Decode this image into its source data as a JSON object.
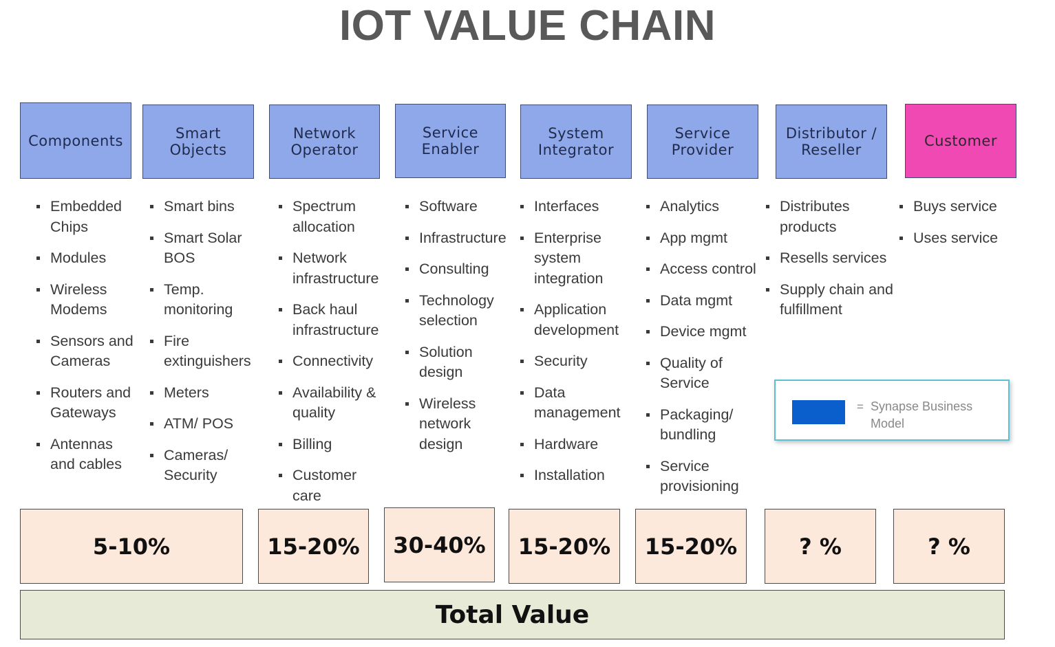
{
  "title": "IOT VALUE CHAIN",
  "colors": {
    "header_default": "#8fa8ea",
    "header_customer": "#f049b4",
    "percent_box": "#fce9dc",
    "total_box": "#e6ead6",
    "legend_swatch": "#0a5fcc",
    "legend_border": "#5cc0d0"
  },
  "columns": [
    {
      "header": "Components",
      "items": [
        "Embedded Chips",
        "Modules",
        "Wireless Modems",
        "Sensors and Cameras",
        "Routers and Gateways",
        "Antennas and cables"
      ]
    },
    {
      "header": "Smart\nObjects",
      "items": [
        "Smart bins",
        "Smart Solar BOS",
        "Temp. monitoring",
        "Fire extinguishers",
        "Meters",
        "ATM/ POS",
        "Cameras/ Security"
      ]
    },
    {
      "header": "Network\nOperator",
      "items": [
        "Spectrum allocation",
        "Network infrastructure",
        "Back haul infrastructure",
        "Connectivity",
        "Availability & quality",
        "Billing",
        "Customer care"
      ]
    },
    {
      "header": "Service\nEnabler",
      "items": [
        "Software",
        "Infrastructure",
        "Consulting",
        "Technology selection",
        "Solution design",
        "Wireless network design"
      ]
    },
    {
      "header": "System\nIntegrator",
      "items": [
        "Interfaces",
        "Enterprise system integration",
        "Application development",
        "Security",
        "Data management",
        "Hardware",
        "Installation"
      ]
    },
    {
      "header": "Service\nProvider",
      "items": [
        "Analytics",
        "App mgmt",
        "Access control",
        "Data mgmt",
        "Device mgmt",
        "Quality of Service",
        "Packaging/ bundling",
        "Service provisioning"
      ]
    },
    {
      "header": "Distributor /\nReseller",
      "items": [
        "Distributes products",
        "Resells services",
        "Supply chain and fulfillment"
      ]
    },
    {
      "header": "Customer",
      "items": [
        "Buys service",
        "Uses service"
      ]
    }
  ],
  "percentages": [
    "5-10%",
    "15-20%",
    "30-40%",
    "15-20%",
    "15-20%",
    "? %",
    "? %"
  ],
  "total_label": "Total Value",
  "legend": {
    "equals": "=",
    "label": "Synapse Business Model"
  }
}
